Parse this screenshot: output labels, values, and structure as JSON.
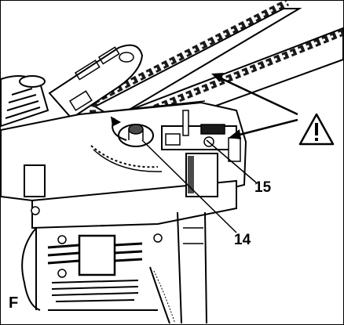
{
  "figure": {
    "letter": "F",
    "callouts": [
      {
        "id": "chain-tensioner",
        "label": "15"
      },
      {
        "id": "chain-adjuster",
        "label": "14"
      }
    ],
    "warning_symbol": "caution-triangle-icon",
    "colors": {
      "line": "#000000",
      "fill": "#ffffff",
      "shade": "#4a4a4a",
      "dark": "#1a1a1a"
    }
  }
}
